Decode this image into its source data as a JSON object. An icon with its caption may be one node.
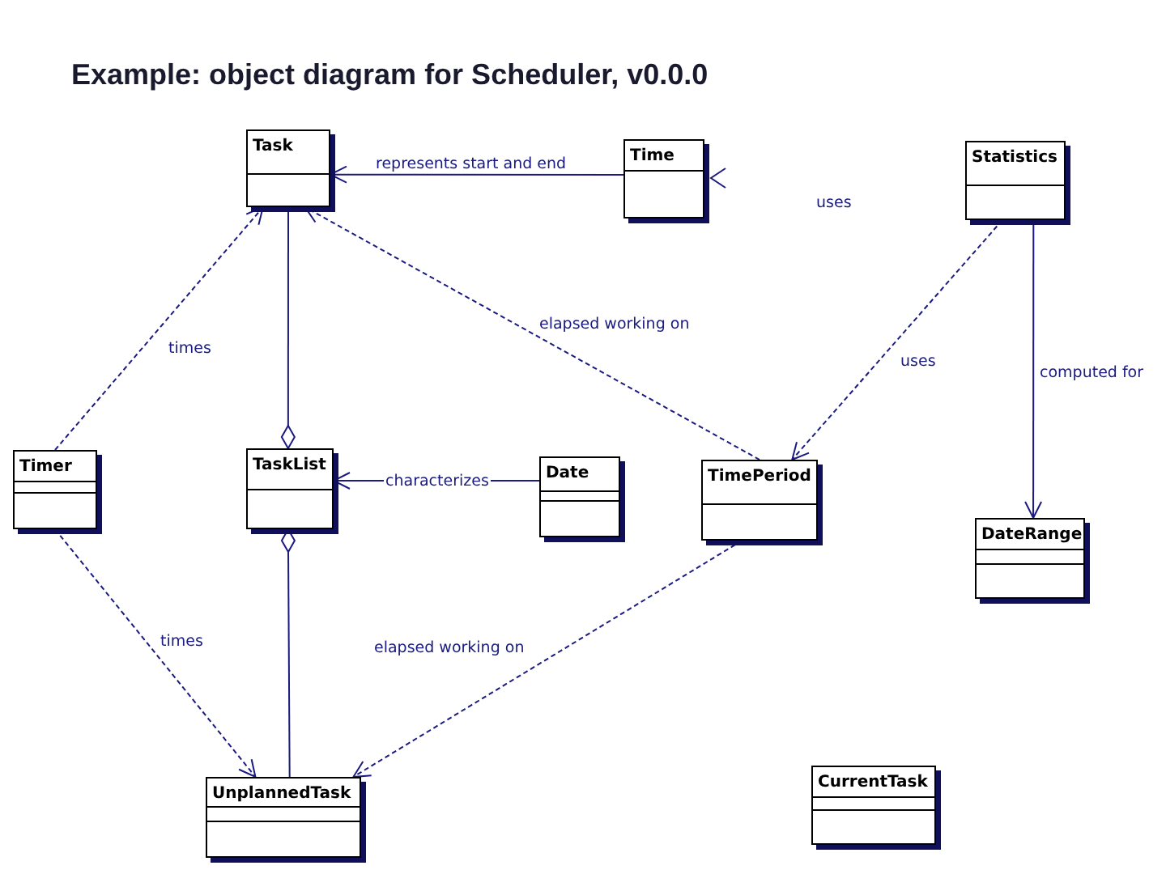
{
  "diagram": {
    "title": "Example: object diagram for Scheduler, v0.0.0",
    "nodes": [
      {
        "text": [
          "Task"
        ]
      },
      {
        "text": [
          "Time"
        ]
      },
      {
        "text": [
          "Statistics"
        ]
      },
      {
        "text": [
          "Timer"
        ]
      },
      {
        "text": [
          "TaskList"
        ]
      },
      {
        "text": [
          "Date"
        ]
      },
      {
        "text": [
          "TimePeriod"
        ]
      },
      {
        "text": [
          "DateRange"
        ]
      },
      {
        "text": [
          "UnplannedTask"
        ]
      },
      {
        "text": [
          "CurrentTask"
        ]
      }
    ],
    "edges": [
      {
        "from": 1,
        "to": 0,
        "arrow": "to",
        "label": "represents start and end"
      },
      {
        "from": 3,
        "to": 0,
        "arrow": "to",
        "label": "times",
        "style": "dashed"
      },
      {
        "from": 4,
        "to": 0,
        "arrow": "other"
      },
      {
        "from": 6,
        "to": 0,
        "arrow": "to",
        "label": "elapsed working on",
        "style": "dashed"
      },
      {
        "from": 2,
        "to": 6,
        "arrow": "to",
        "label": "uses",
        "style": "dashed"
      },
      {
        "from": 2,
        "to": 7,
        "arrow": "to",
        "label": "computed for"
      },
      {
        "from": 5,
        "to": 4,
        "arrow": "to",
        "label": "characterizes"
      },
      {
        "from": 3,
        "to": 8,
        "arrow": "to",
        "label": "times",
        "style": "dashed"
      },
      {
        "from": 4,
        "to": 8,
        "arrow": "other"
      },
      {
        "from": 6,
        "to": 8,
        "arrow": "to",
        "label": "elapsed working on",
        "style": "dashed"
      }
    ],
    "labels": [
      "uses"
    ]
  }
}
